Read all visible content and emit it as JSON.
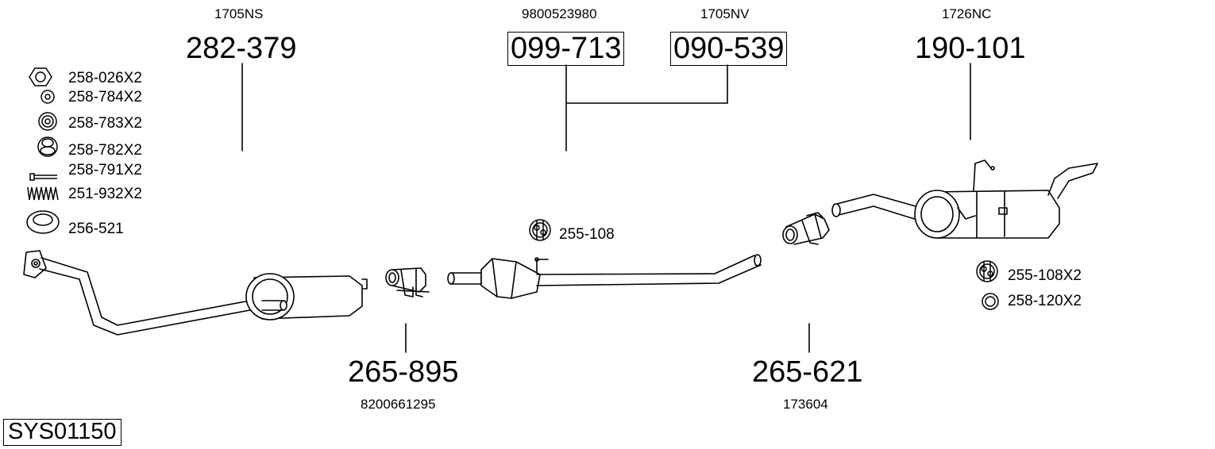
{
  "system_id": "SYS01150",
  "parts": [
    {
      "part_number": "282-379",
      "oe_number": "1705NS",
      "boxed": false
    },
    {
      "part_number": "099-713",
      "oe_number": "9800523980",
      "boxed": true
    },
    {
      "part_number": "090-539",
      "oe_number": "1705NV",
      "boxed": true
    },
    {
      "part_number": "190-101",
      "oe_number": "1726NC",
      "boxed": false
    },
    {
      "part_number": "265-895",
      "oe_number": "8200661295",
      "boxed": false
    },
    {
      "part_number": "265-621",
      "oe_number": "173604",
      "boxed": false
    }
  ],
  "accessories_left": [
    {
      "label": "258-026X2",
      "icon": "hex-nut-icon"
    },
    {
      "label": "258-784X2",
      "icon": "washer-icon"
    },
    {
      "label": "258-783X2",
      "icon": "rubber-ring-icon"
    },
    {
      "label": "258-782X2",
      "icon": "rubber-mount-icon"
    },
    {
      "label": "258-791X2",
      "icon": "bolt-icon"
    },
    {
      "label": "251-932X2",
      "icon": "spring-icon"
    },
    {
      "label": "256-521",
      "icon": "gasket-ring-icon"
    }
  ],
  "accessories_mid": [
    {
      "label": "255-108",
      "icon": "rubber-hanger-icon"
    }
  ],
  "accessories_right": [
    {
      "label": "255-108X2",
      "icon": "rubber-hanger-icon"
    },
    {
      "label": "258-120X2",
      "icon": "o-ring-icon"
    }
  ]
}
